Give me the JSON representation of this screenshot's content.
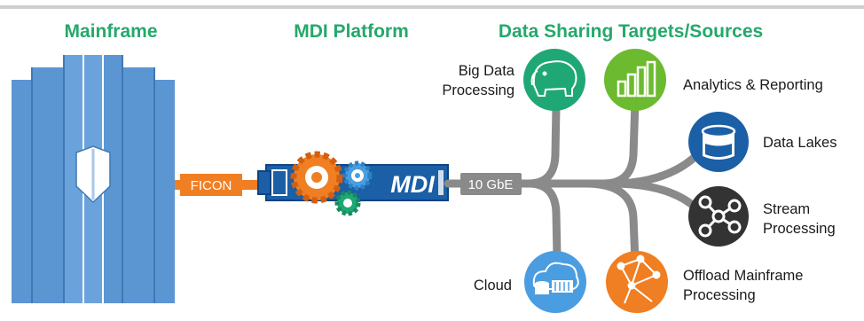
{
  "headers": {
    "mainframe": "Mainframe",
    "platform": "MDI Platform",
    "targets": "Data Sharing Targets/Sources"
  },
  "links": {
    "ficon": "FICON",
    "ethernet": "10 GbE"
  },
  "device": {
    "logo": "MDI"
  },
  "targets": {
    "big_data": {
      "line1": "Big Data",
      "line2": "Processing",
      "icon": "hadoop-elephant-icon",
      "color": "#1fa875"
    },
    "analytics": {
      "line1": "Analytics & Reporting",
      "icon": "bar-chart-icon",
      "color": "#6cba2f"
    },
    "data_lakes": {
      "line1": "Data Lakes",
      "icon": "database-icon",
      "color": "#1b5fa6"
    },
    "stream": {
      "line1": "Stream",
      "line2": "Processing",
      "icon": "stream-network-icon",
      "color": "#333333"
    },
    "offload": {
      "line1": "Offload Mainframe",
      "line2": "Processing",
      "icon": "globe-network-icon",
      "color": "#f07e22"
    },
    "cloud": {
      "line1": "Cloud",
      "icon": "cloud-storage-icon",
      "color": "#4a9de0"
    }
  },
  "colors": {
    "header_green": "#25a86b",
    "mainframe_blue": "#5b96d3",
    "ficon_orange": "#f07e22",
    "connector_gray": "#8a8a8a",
    "device_blue": "#1b5fa6"
  }
}
